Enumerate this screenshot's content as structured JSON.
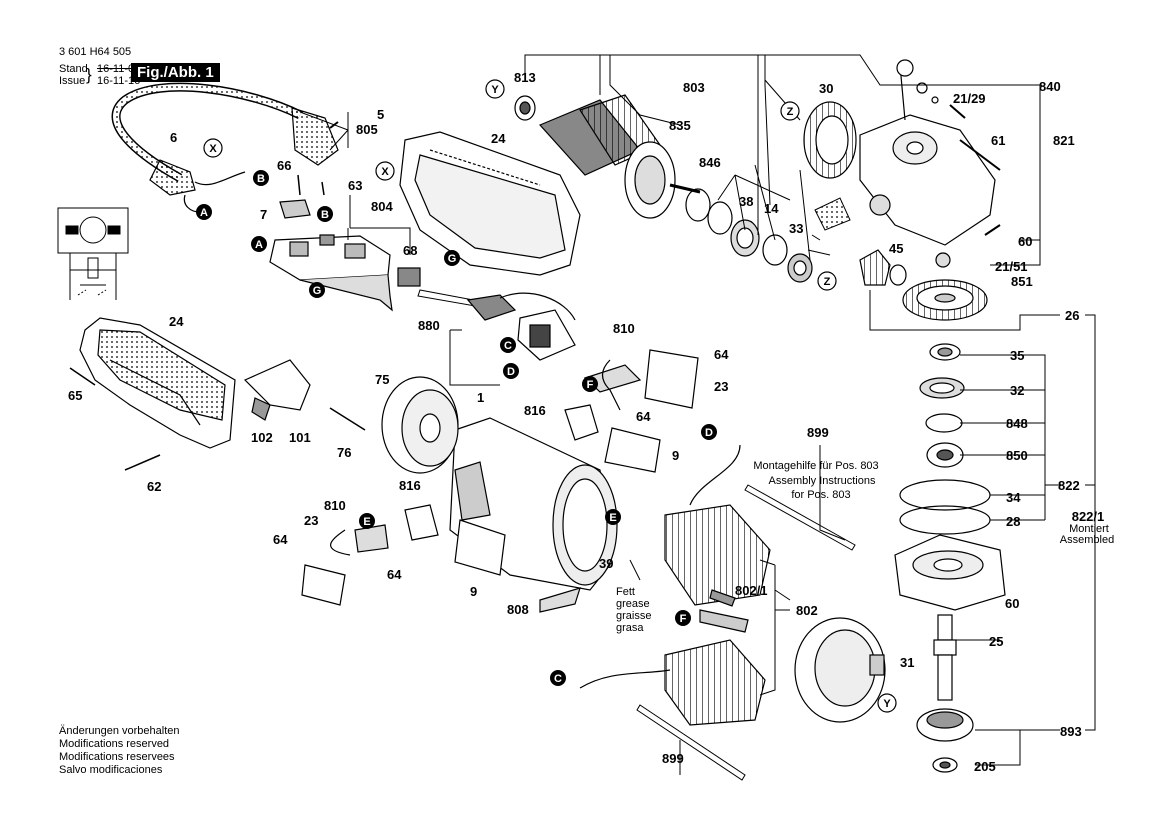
{
  "header": {
    "doc_number": "3 601 H64 505",
    "stand_label": "Stand",
    "issue_label": "Issue",
    "stand_date_old": "16-11-07",
    "issue_date": "16-11-16",
    "figure_label": "Fig./Abb. 1"
  },
  "notes": [
    "Änderungen vorbehalten",
    "Modifications reserved",
    "Modifications reservees",
    "Salvo modificaciones"
  ],
  "callouts": {
    "mounting_aid": [
      "Montagehilfe für Pos. 803",
      "Assembly Instructions",
      "for Pos. 803"
    ],
    "grease": [
      "Fett",
      "grease",
      "graisse",
      "grasa"
    ],
    "assembled": [
      "822/1",
      "Montiert",
      "Assembled"
    ]
  },
  "part_numbers": {
    "p5": "5",
    "p805": "805",
    "p6": "6",
    "p66": "66",
    "p63": "63",
    "p7": "7",
    "p804": "804",
    "p68": "68",
    "p880": "880",
    "p24a": "24",
    "p24b": "24",
    "p65": "65",
    "p102": "102",
    "p101": "101",
    "p62": "62",
    "p75": "75",
    "p76": "76",
    "p1": "1",
    "p810a": "810",
    "p816a": "816",
    "p23a": "23",
    "p64a": "64",
    "p64b": "64",
    "p9a": "9",
    "p808": "808",
    "p39": "39",
    "p810b": "810",
    "p64c": "64",
    "p23b": "23",
    "p816b": "816",
    "p64d": "64",
    "p9b": "9",
    "p899a": "899",
    "p802_1": "802/1",
    "p802": "802",
    "p899b": "899",
    "p31": "31",
    "p813": "813",
    "p803": "803",
    "p835": "835",
    "p846": "846",
    "p38": "38",
    "p14": "14",
    "p33": "33",
    "p30": "30",
    "p840": "840",
    "p21_29": "21/29",
    "p61": "61",
    "p821": "821",
    "p60a": "60",
    "p45": "45",
    "p21_51": "21/51",
    "p851": "851",
    "p26": "26",
    "p35": "35",
    "p32": "32",
    "p848": "848",
    "p850": "850",
    "p822": "822",
    "p34": "34",
    "p28": "28",
    "p60b": "60",
    "p25": "25",
    "p893": "893",
    "p205": "205"
  },
  "connector_letters": {
    "A1": "A",
    "A2": "A",
    "B1": "B",
    "B2": "B",
    "C1": "C",
    "C2": "C",
    "D1": "D",
    "D2": "D",
    "E1": "E",
    "E2": "E",
    "F1": "F",
    "F2": "F",
    "G1": "G",
    "G2": "G",
    "X1": "X",
    "X2": "X",
    "Y1": "Y",
    "Y2": "Y",
    "Z1": "Z",
    "Z2": "Z"
  }
}
